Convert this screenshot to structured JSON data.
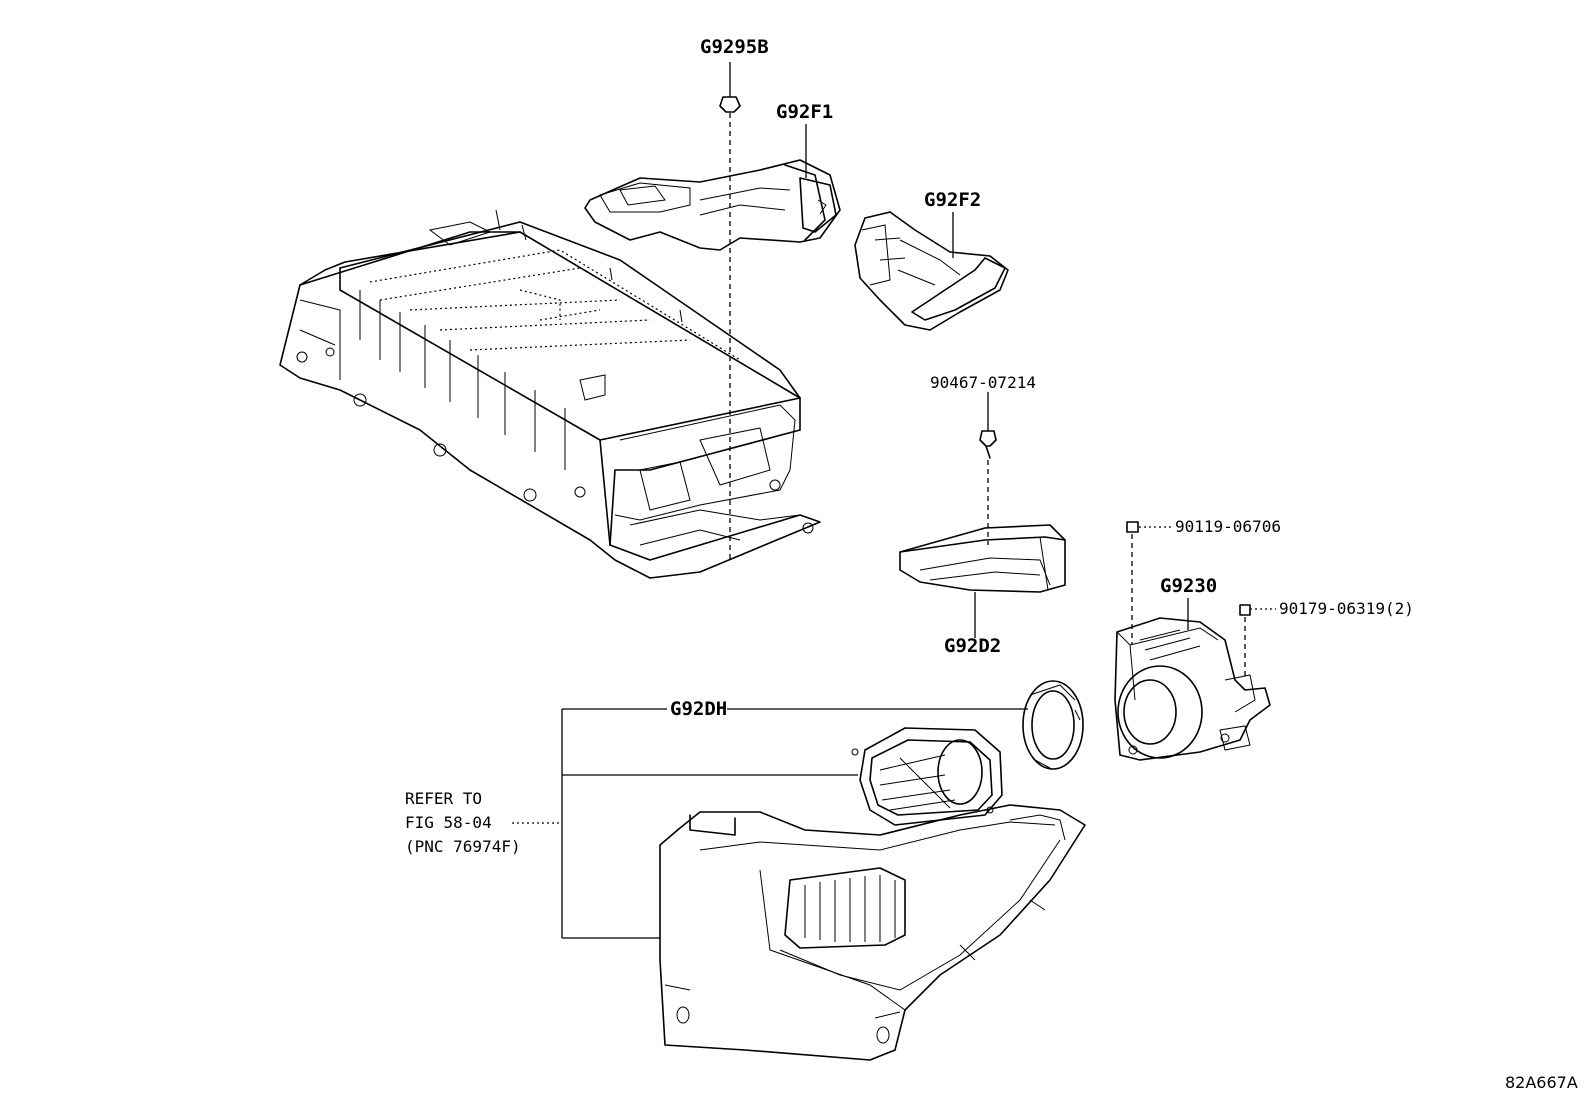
{
  "diagram": {
    "labels": {
      "g9295b": "G9295B",
      "g92f1": "G92F1",
      "g92f2": "G92F2",
      "bolt_90467": "90467-07214",
      "bolt_90119": "90119-06706",
      "g9230": "G9230",
      "nut_90179": "90179-06319(2)",
      "g92d2": "G92D2",
      "g92dh": "G92DH",
      "refer_line1": "REFER TO",
      "refer_line2": "FIG 58-04",
      "refer_line3": "(PNC 76974F)",
      "figure_code": "82A667A"
    }
  }
}
